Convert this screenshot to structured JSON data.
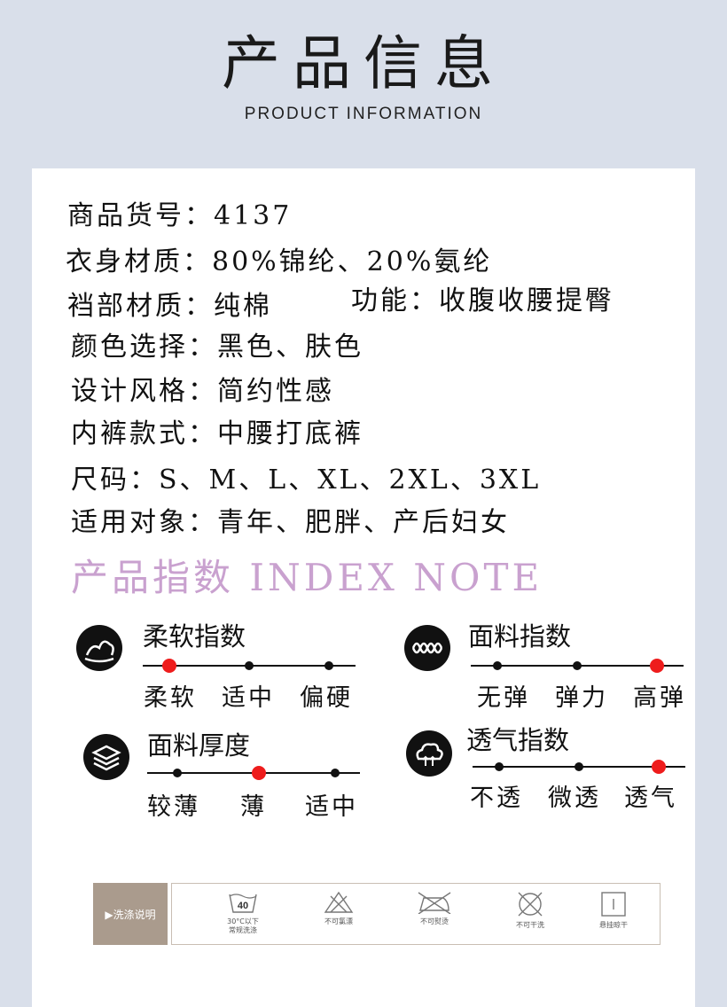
{
  "header": {
    "title": "产品信息",
    "subtitle": "PRODUCT INFORMATION"
  },
  "info": [
    "商品货号：4137",
    "衣身材质：80%锦纶、20%氨纶",
    "裆部材质：纯棉",
    "功能：收腹收腰提臀",
    "颜色选择：黑色、肤色",
    "设计风格：简约性感",
    "内裤款式：中腰打底裤",
    "尺码：S、M、L、XL、2XL、3XL",
    "适用对象：青年、肥胖、产后妇女"
  ],
  "index_note": "产品指数 INDEX NOTE",
  "indices": [
    {
      "title": "柔软指数",
      "labels": [
        "柔软",
        "适中",
        "偏硬"
      ],
      "active": 0,
      "icon": "softness-icon"
    },
    {
      "title": "面料指数",
      "labels": [
        "无弹",
        "弹力",
        "高弹"
      ],
      "active": 2,
      "icon": "elasticity-wave-icon"
    },
    {
      "title": "面料厚度",
      "labels": [
        "较薄",
        "薄",
        "适中"
      ],
      "active": 1,
      "icon": "layers-icon"
    },
    {
      "title": "透气指数",
      "labels": [
        "不透",
        "微透",
        "透气"
      ],
      "active": 2,
      "icon": "breathable-cloud-icon"
    }
  ],
  "wash": {
    "tag": "▶洗涤说明",
    "items": [
      {
        "icon": "wash-40-icon",
        "number": "40",
        "label": "30°C以下\n常规洗涤"
      },
      {
        "icon": "no-bleach-icon",
        "label": "不可氯漂"
      },
      {
        "icon": "no-iron-icon",
        "label": "不可熨烫"
      },
      {
        "icon": "no-dry-clean-icon",
        "label": "不可干洗"
      },
      {
        "icon": "hang-dry-icon",
        "label": "悬挂晾干"
      }
    ]
  },
  "colors": {
    "background": "#d9dfea",
    "accent_purple": "#c9a1cf",
    "active_dot": "#ee1c1c",
    "wash_tag": "#aa9b8d"
  }
}
